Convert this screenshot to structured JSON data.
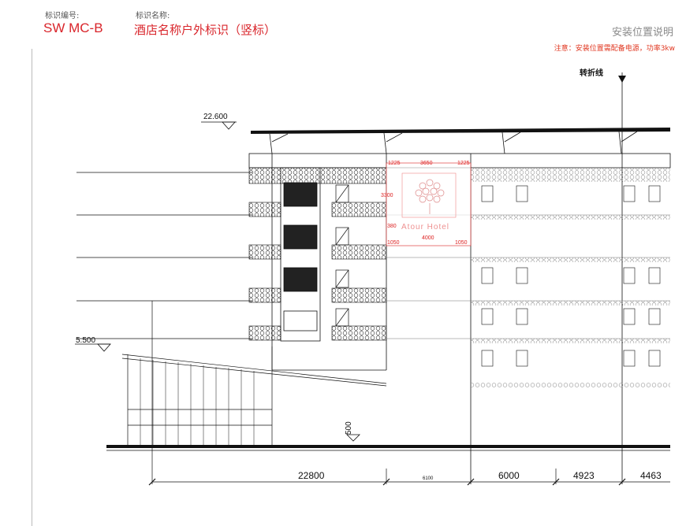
{
  "header": {
    "code_label": "标识编号:",
    "code_value": "SW MC-B",
    "name_label": "标识名称:",
    "name_value": "酒店名称户外标识（竖标）",
    "section_title": "安装位置说明",
    "note": "注意：安装位置需配备电源，功率3kw"
  },
  "drawing": {
    "break_line_label": "转折线",
    "elevation_top": "22.600",
    "elevation_mid": "5.500",
    "elevation_low": "500",
    "dimensions": [
      "22800",
      "6100",
      "6000",
      "4923",
      "4463"
    ],
    "sign": {
      "brand": "Atour Hotel",
      "dim_left": "1225",
      "dim_center": "3650",
      "dim_right": "1225",
      "dim_height": "3300",
      "dim_gap": "380",
      "dim_width": "4000",
      "dim_side_left": "1050",
      "dim_side_right": "1050"
    }
  },
  "colors": {
    "accent": "#d9252b",
    "note": "#e0361f",
    "line": "#111111"
  }
}
